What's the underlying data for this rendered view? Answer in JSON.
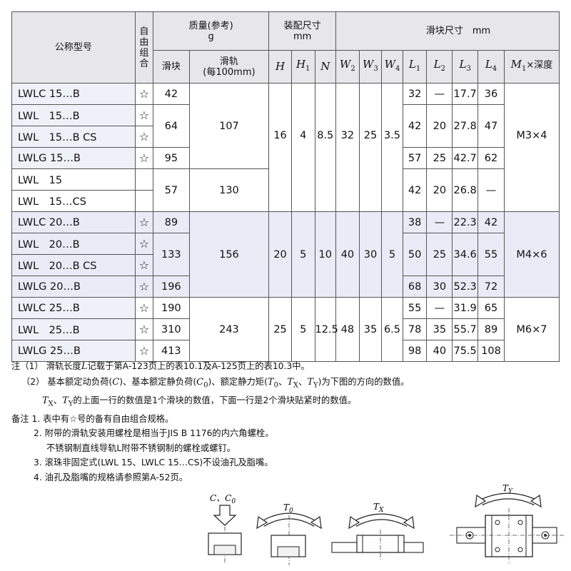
{
  "header": {
    "model": "公称型号",
    "self_assembly": "自由组合",
    "mass": "质量(参考)",
    "mass_unit": "g",
    "block": "滑块",
    "rail": "滑轨",
    "rail_per": "(每100mm)",
    "assembly_dims": "装配尺寸",
    "assembly_unit": "mm",
    "block_dims": "滑块尺寸　mm",
    "H": "H",
    "H1": "H",
    "H1_sub": "1",
    "N": "N",
    "W2": "W",
    "W2_sub": "2",
    "W3": "W",
    "W3_sub": "3",
    "W4": "W",
    "W4_sub": "4",
    "L1": "L",
    "L1_sub": "1",
    "L2": "L",
    "L2_sub": "2",
    "L3": "L",
    "L3_sub": "3",
    "L4": "L",
    "L4_sub": "4",
    "M1": "M",
    "M1_sub": "1",
    "M1_tail": "×深度"
  },
  "rows": [
    {
      "model": "LWLC 15…B",
      "star": "☆",
      "block_mass": "42",
      "rail_mass": "107",
      "H": "16",
      "H1": "4",
      "N": "8.5",
      "W2": "32",
      "W3": "25",
      "W4": "3.5",
      "L1": "32",
      "L2": "—",
      "L3": "17.7",
      "L4": "36",
      "M1": "M3×4"
    },
    {
      "model": "LWL　15…B",
      "star": "☆",
      "block_mass": "64",
      "L1": "42",
      "L2": "20",
      "L3": "27.8",
      "L4": "47"
    },
    {
      "model": "LWL　15…B CS",
      "star": "☆"
    },
    {
      "model": "LWLG 15…B",
      "star": "☆",
      "block_mass": "95",
      "L1": "57",
      "L2": "25",
      "L3": "42.7",
      "L4": "62"
    },
    {
      "model": "LWL　15",
      "star": "",
      "block_mass": "57",
      "rail_mass": "130",
      "L1": "42",
      "L2": "20",
      "L3": "26.8",
      "L4": "—"
    },
    {
      "model": "LWL　15…CS",
      "star": ""
    },
    {
      "model": "LWLC 20…B",
      "star": "☆",
      "block_mass": "89",
      "rail_mass": "156",
      "H": "20",
      "H1": "5",
      "N": "10",
      "W2": "40",
      "W3": "30",
      "W4": "5",
      "L1": "38",
      "L2": "—",
      "L3": "22.3",
      "L4": "42",
      "M1": "M4×6"
    },
    {
      "model": "LWL　20…B",
      "star": "☆",
      "block_mass": "133",
      "L1": "50",
      "L2": "25",
      "L3": "34.6",
      "L4": "55"
    },
    {
      "model": "LWL　20…B CS",
      "star": "☆"
    },
    {
      "model": "LWLG 20…B",
      "star": "☆",
      "block_mass": "196",
      "L1": "68",
      "L2": "30",
      "L3": "52.3",
      "L4": "72"
    },
    {
      "model": "LWLC 25…B",
      "star": "☆",
      "block_mass": "190",
      "rail_mass": "243",
      "H": "25",
      "H1": "5",
      "N": "12.5",
      "W2": "48",
      "W3": "35",
      "W4": "6.5",
      "L1": "55",
      "L2": "—",
      "L3": "31.9",
      "L4": "65",
      "M1": "M6×7"
    },
    {
      "model": "LWL　25…B",
      "star": "☆",
      "block_mass": "310",
      "L1": "78",
      "L2": "35",
      "L3": "55.7",
      "L4": "89"
    },
    {
      "model": "LWLG 25…B",
      "star": "☆",
      "block_mass": "413",
      "L1": "98",
      "L2": "40",
      "L3": "75.5",
      "L4": "108"
    }
  ],
  "notes": {
    "n1_label": "注（1）",
    "n1_a": "滑轨长度",
    "n1_L": "L",
    "n1_b": "记载于第A-123页上的表10.1及A-125页上的表10.3中。",
    "n2_label": "（2）",
    "n2_a": "基本额定动负荷(",
    "n2_C": "C",
    "n2_b": ")、基本额定静负荷(",
    "n2_C0": "C",
    "n2_C0_sub": "0",
    "n2_c": ")、额定静力矩(",
    "n2_T0": "T",
    "n2_T0_sub": "0",
    "n2_sep1": "、",
    "n2_TX": "T",
    "n2_TX_sub": "X",
    "n2_sep2": "、",
    "n2_TY": "T",
    "n2_TY_sub": "Y",
    "n2_d": ")为下图的方向的数值。",
    "n3_TX": "T",
    "n3_TX_sub": "X",
    "n3_sep": "、",
    "n3_TY": "T",
    "n3_TY_sub": "Y",
    "n3_text": "的上面一行的数值是1个滑块的数值，下面一行是2个滑块贴紧时的数值。",
    "remarks_label": "备注 1.",
    "r1": "表中有☆号的备有自由组合规格。",
    "r2_label": "2.",
    "r2": "附带的滑轨安装用螺栓是相当于JIS B 1176的内六角螺栓。",
    "r2b": "不锈钢制直线导轨L附带不锈钢制的螺栓或螺钉。",
    "r3_label": "3.",
    "r3": "滚珠非固定式(LWL 15、LWLC 15…CS)不设油孔及脂嘴。",
    "r4_label": "4.",
    "r4": "油孔及脂嘴的规格请参照第A-52页。"
  },
  "diagrams": {
    "load_label": "C、C",
    "load_sub": "0",
    "t0": "T",
    "t0_sub": "0",
    "tx": "T",
    "tx_sub": "X",
    "ty": "T",
    "ty_sub": "Y"
  }
}
